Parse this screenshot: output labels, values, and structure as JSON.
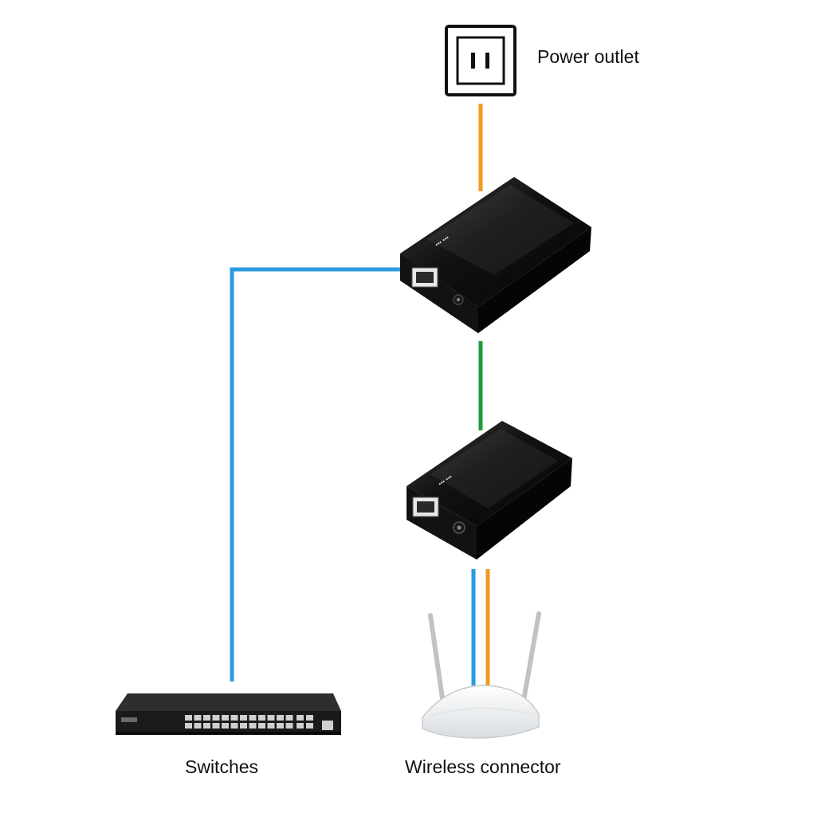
{
  "labels": {
    "power_outlet": "Power outlet",
    "switches": "Switches",
    "wireless_connector": "Wireless connector"
  },
  "colors": {
    "power_cable": "#f39a1e",
    "ethernet_cable": "#2b9be0",
    "poe_cable": "#1f9a3a",
    "device_body": "#0c0c0c",
    "background": "#ffffff"
  },
  "icons": [
    "power-outlet-icon",
    "poe-injector-icon",
    "poe-splitter-icon",
    "network-switch-icon",
    "wireless-router-icon"
  ]
}
